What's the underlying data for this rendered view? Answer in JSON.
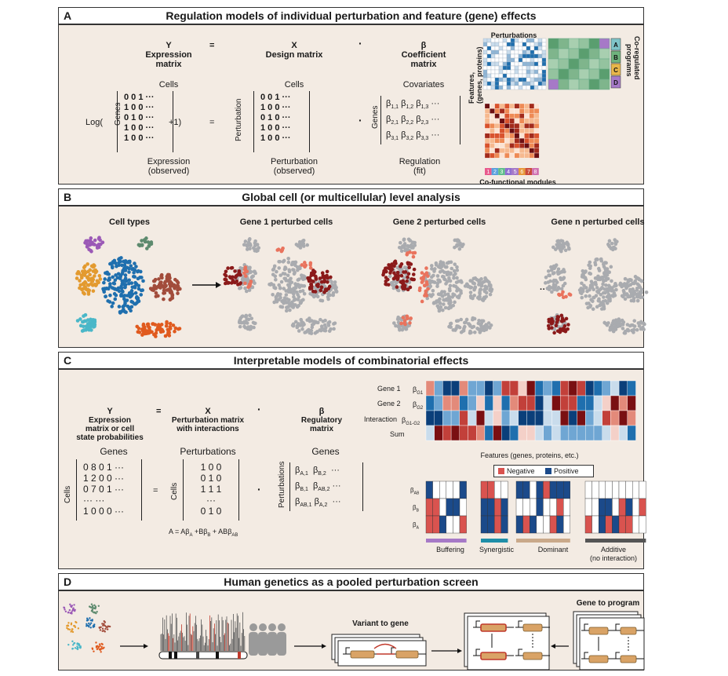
{
  "panelA": {
    "letter": "A",
    "title": "Regulation models of individual perturbation and feature (gene) effects",
    "y_sym": "Y",
    "y_label": "Expression",
    "y_label2": "matrix",
    "eq": "=",
    "x_sym": "X",
    "x_label": "Design matrix",
    "dot": "·",
    "b_sym": "β",
    "b_label": "Coefficient",
    "b_label2": "matrix",
    "cells1": "Cells",
    "cells2": "Cells",
    "covariates": "Covariates",
    "log": "Log(",
    "plus1": "+1)",
    "genes": "Genes",
    "perturbation": "Perturbation",
    "mat1": [
      "0 0 1 ···",
      "1 0 0 ···",
      "0 1 0 ···",
      "1 0 0 ···",
      "1 0 0 ···"
    ],
    "mat2": [
      "0 0 1 ···",
      "1 0 0 ···",
      "0 1 0 ···",
      "1 0 0 ···",
      "1 0 0 ···"
    ],
    "beta_rows": [
      [
        "β",
        "1,1",
        "β",
        "1,2",
        "β",
        "1,3",
        "···"
      ],
      [
        "β",
        "2,1",
        "β",
        "2,2",
        "β",
        "2,3",
        "···"
      ],
      [
        "β",
        "3,1",
        "β",
        "3,2",
        "β",
        "3,3",
        "···"
      ]
    ],
    "expr_obs": "Expression",
    "expr_obs2": "(observed)",
    "pert_obs": "Perturbation",
    "pert_obs2": "(observed)",
    "reg_fit": "Regulation",
    "reg_fit2": "(fit)",
    "perturbations": "Perturbations",
    "features": "Features,",
    "features2": "(genes, proteins)",
    "coreg": "Co-regulated",
    "coreg2": "programs",
    "prog_labels": [
      "A",
      "B",
      "C",
      "D"
    ],
    "module_nums": [
      "1",
      "2",
      "3",
      "4",
      "5",
      "6",
      "7",
      "8"
    ],
    "cofunc": "Co-functional modules",
    "colors": {
      "blue": "#1f6fae",
      "light_blue": "#c9dcec",
      "green": "#5a9e6f",
      "purple": "#a679c7",
      "orange": "#e08a3a",
      "dark_red": "#6b0f12"
    }
  },
  "panelB": {
    "letter": "B",
    "title": "Global cell (or multicellular) level analysis",
    "sub1": "Cell types",
    "sub2": "Gene 1 perturbed cells",
    "sub3": "Gene 2 perturbed cells",
    "sub4": "Gene n perturbed cells",
    "ellipsis": "···"
  },
  "panelC": {
    "letter": "C",
    "title": "Interpretable models of combinatorial effects",
    "y_sym": "Y",
    "y_l1": "Expression",
    "y_l2": "matrix or cell",
    "y_l3": "state probabilities",
    "eq": "=",
    "x_sym": "X",
    "x_l1": "Perturbation matrix",
    "x_l2": "with interactions",
    "dot": "·",
    "b_sym": "β",
    "b_l1": "Regulatory",
    "b_l2": "matrix",
    "genes1": "Genes",
    "perturbations": "Perturbations",
    "genes2": "Genes",
    "cells1": "Cells",
    "cells2": "Cells",
    "perts_side": "Perturbations",
    "matY": [
      "0 8 0 1 ···",
      "1 2 0 0 ···",
      "0 7 0 1 ···",
      "···     ···",
      "1 0 0 0 ···"
    ],
    "matX": [
      "1 0 0",
      "0 1 0",
      "1 1 1",
      "···",
      "0 1 0"
    ],
    "matB": [
      [
        "β",
        "A,1",
        "β",
        "B,2",
        "···"
      ],
      [
        "β",
        "B,1",
        "β",
        "AB,2",
        "···"
      ],
      [
        "β",
        "AB,1",
        "β",
        "A,2",
        "···"
      ]
    ],
    "formula": "A = Aβ",
    "formula_a": "A",
    "formula_mid": " +Bβ",
    "formula_b": "B",
    "formula_end": " + ABβ",
    "formula_ab": "AB",
    "row_labels": [
      "Gene 1",
      "Gene 2",
      "Interaction",
      "Sum"
    ],
    "row_betas": [
      [
        "β",
        "G1"
      ],
      [
        "β",
        "G2"
      ],
      [
        "β",
        "G1-G2"
      ]
    ],
    "features_axis": "Features (genes, proteins, etc.)",
    "legend_neg": "Negative",
    "legend_pos": "Positive",
    "mini_betas": [
      [
        "β",
        "AB"
      ],
      [
        "β",
        "B"
      ],
      [
        "β",
        "A"
      ]
    ],
    "categories": [
      "Buffering",
      "Synergistic",
      "Dominant",
      "Additive",
      "(no interaction)"
    ],
    "colors": {
      "negative": "#d9534f",
      "positive": "#1b4a8a"
    }
  },
  "panelD": {
    "letter": "D",
    "title": "Human genetics as a pooled perturbation screen",
    "v2g": "Variant to gene",
    "g2p": "Gene to program"
  }
}
